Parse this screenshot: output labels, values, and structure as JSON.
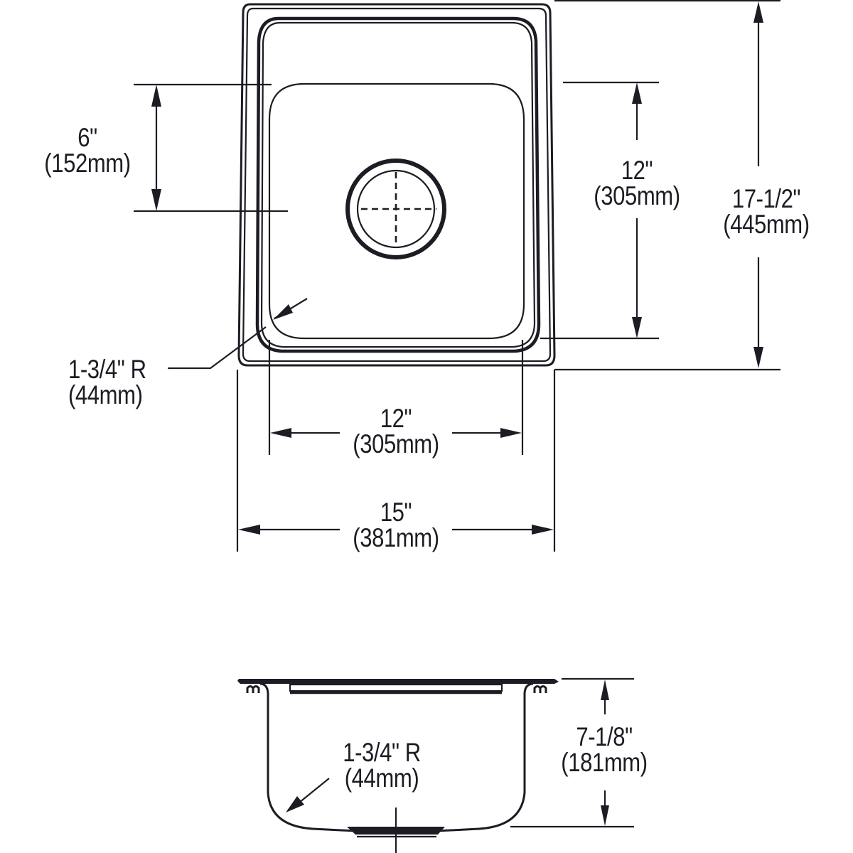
{
  "drawing": {
    "title": "Single-bowl drop-in sink dimension drawing",
    "views": [
      "top-view",
      "side-section-view"
    ],
    "line_color": "#1c1c24",
    "background": "#ffffff"
  },
  "top_view": {
    "drain_offset": {
      "imperial": "6\"",
      "metric": "(152mm)"
    },
    "bowl_length": {
      "imperial": "12\"",
      "metric": "(305mm)"
    },
    "overall_length": {
      "imperial": "17-1/2\"",
      "metric": "(445mm)"
    },
    "corner_radius": {
      "imperial": "1-3/4\" R",
      "metric": "(44mm)"
    },
    "bowl_width": {
      "imperial": "12\"",
      "metric": "(305mm)"
    },
    "overall_width": {
      "imperial": "15\"",
      "metric": "(381mm)"
    }
  },
  "side_view": {
    "bottom_radius": {
      "imperial": "1-3/4\" R",
      "metric": "(44mm)"
    },
    "bowl_depth": {
      "imperial": "7-1/8\"",
      "metric": "(181mm)"
    }
  }
}
